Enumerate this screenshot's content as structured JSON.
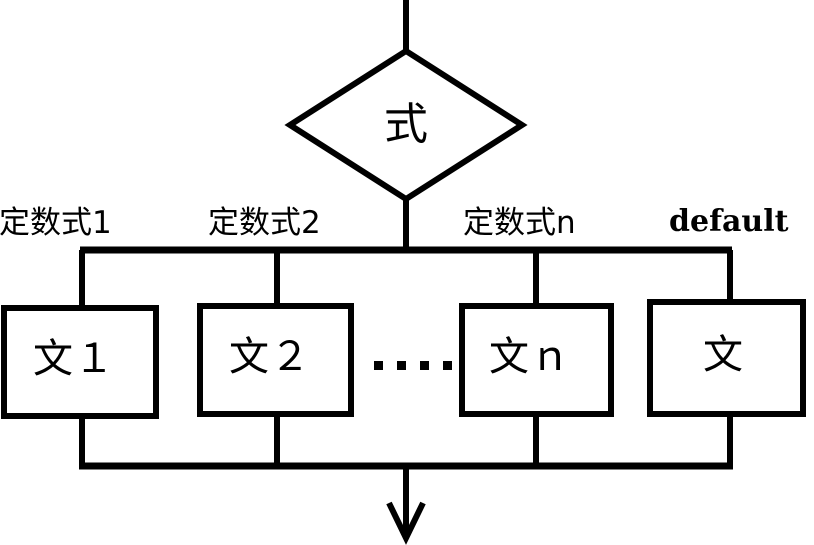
{
  "diagram": {
    "type": "flowchart",
    "subject": "switch-statement-flowchart",
    "decision": {
      "shape": "diamond",
      "text": "式"
    },
    "branch_labels": [
      {
        "text": "定数式1",
        "style": "sans"
      },
      {
        "text": "定数式2",
        "style": "sans"
      },
      {
        "text": "定数式n",
        "style": "sans"
      },
      {
        "text": "default",
        "style": "serif-bold"
      }
    ],
    "process_boxes": [
      {
        "text": "文１"
      },
      {
        "text": "文２"
      },
      {
        "text": "文ｎ"
      },
      {
        "text": "文"
      }
    ],
    "ellipsis": {
      "dots": 4,
      "symbol": "····"
    },
    "colors": {
      "stroke": "#000000",
      "background": "#ffffff",
      "text": "#000000"
    },
    "flow": {
      "entry": "top-vertical-line",
      "exit": "bottom-down-arrow"
    }
  }
}
